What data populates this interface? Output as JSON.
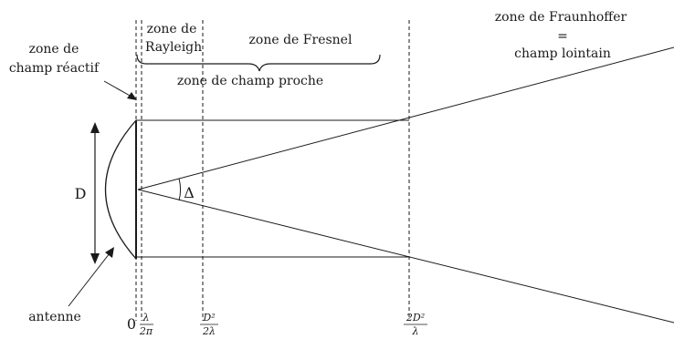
{
  "labels": {
    "reactive_zone": [
      "zone de",
      "champ réactif"
    ],
    "rayleigh_zone": [
      "zone de",
      "Rayleigh"
    ],
    "fresnel_zone": "zone de Fresnel",
    "near_field_zone": "zone de champ proche",
    "fraunhofer_zone": [
      "zone de Fraunhoffer",
      "=",
      "champ lointain"
    ],
    "diameter": "D",
    "angle": "Δ",
    "antenna": "antenne"
  },
  "axis_ticks": {
    "origin": "0",
    "reactive_num": "λ",
    "reactive_den": "2π",
    "rayleigh_num": "D²",
    "rayleigh_den": "2λ",
    "fresnel_num": "2D²",
    "fresnel_den": "λ"
  }
}
